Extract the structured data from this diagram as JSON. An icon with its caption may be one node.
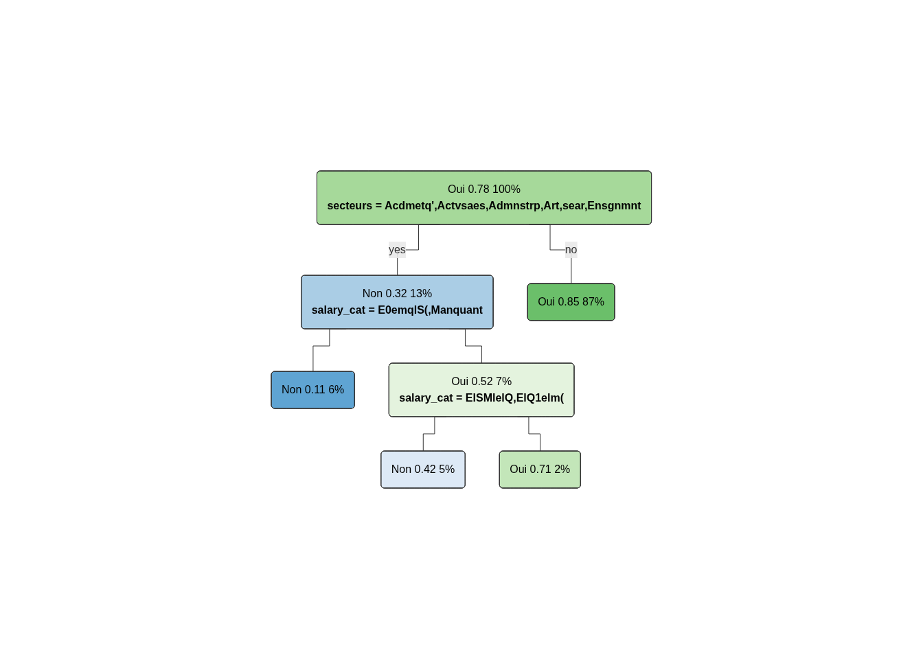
{
  "diagram": {
    "nodes": [
      {
        "text": [
          "Oui 0.78 100%",
          "secteurs = Acdmetq',Actvsaes,Admnstrp,Art,sear,Ensgnmnt"
        ]
      },
      {
        "text": [
          "Non 0.32 13%",
          "salary_cat = E0emqlS(,Manquant"
        ]
      },
      {
        "text": [
          "Oui 0.52 7%",
          "salary_cat = ElSMlelQ,ElQ1elm("
        ]
      },
      {
        "text": [
          "Non 0.11 6%"
        ]
      },
      {
        "text": [
          "Non 0.42 5%"
        ]
      },
      {
        "text": [
          "Oui 0.71 2%"
        ]
      },
      {
        "text": [
          "Oui 0.85 87%"
        ]
      }
    ],
    "edges": [
      {
        "from": 0,
        "to": 1,
        "arrow": "none",
        "label": "yes"
      },
      {
        "from": 0,
        "to": 6,
        "arrow": "none",
        "label": "no"
      },
      {
        "from": 1,
        "to": 3,
        "arrow": "none"
      },
      {
        "from": 1,
        "to": 2,
        "arrow": "none"
      },
      {
        "from": 2,
        "to": 4,
        "arrow": "none"
      },
      {
        "from": 2,
        "to": 5,
        "arrow": "none"
      }
    ]
  }
}
